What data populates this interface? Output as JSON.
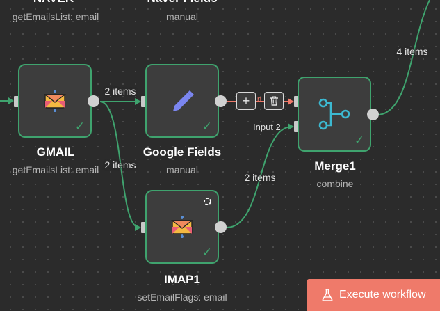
{
  "top_partial": {
    "title": "NAVER",
    "subtitle_left": "getEmailsList: email",
    "title_right": "Naver Fields",
    "subtitle_right": "manual"
  },
  "nodes": {
    "gmail": {
      "title": "GMAIL",
      "subtitle": "getEmailsList: email",
      "icon": "envelope-icon"
    },
    "google_fields": {
      "title": "Google Fields",
      "subtitle": "manual",
      "icon": "pencil-icon"
    },
    "imap1": {
      "title": "IMAP1",
      "subtitle": "setEmailFlags: email",
      "icon": "envelope-icon"
    },
    "merge1": {
      "title": "Merge1",
      "subtitle": "combine",
      "icon": "merge-icon"
    }
  },
  "edges": {
    "gmail_to_google_fields": "2 items",
    "gmail_to_imap1": "2 items",
    "imap1_to_merge1": "2 items",
    "merge1_out": "4 items",
    "input2_label": "Input 2"
  },
  "edge_toolbar": {
    "add_label": "+",
    "delete_icon": "trash-icon",
    "hidden_letter": "n"
  },
  "execute_button": {
    "label": "Execute workflow",
    "icon": "flask-icon",
    "color": "#ef7a6a"
  },
  "colors": {
    "success": "#3fa36e",
    "edge_hover": "#ef7a6a",
    "node_bg": "#3d3d3d",
    "canvas_bg": "#2b2b2b"
  }
}
